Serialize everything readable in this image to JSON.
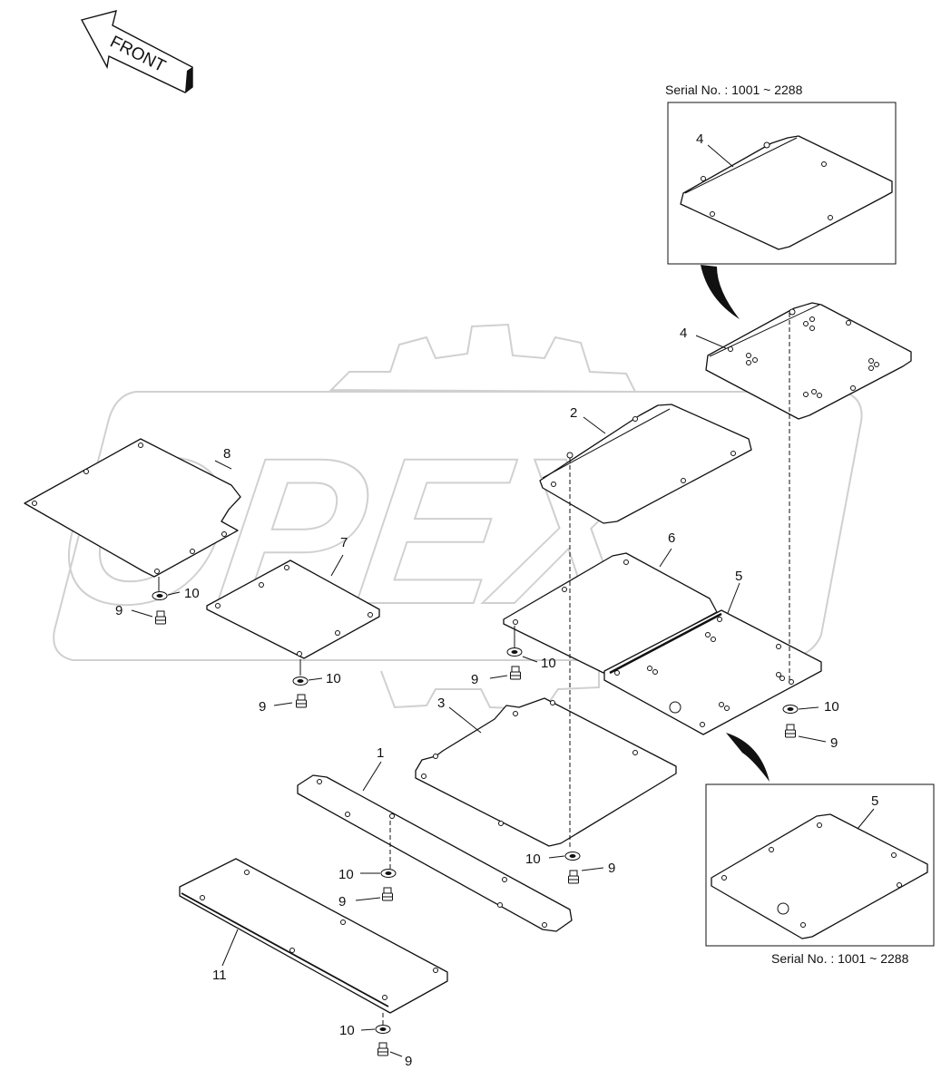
{
  "front_label": "FRONT",
  "watermark": "OPEX",
  "serial_note_top": "Serial No. : 1001 ~ 2288",
  "serial_note_bottom": "Serial No. : 1001 ~ 2288",
  "callouts": {
    "p1": "1",
    "p2": "2",
    "p3": "3",
    "p4_detail": "4",
    "p4": "4",
    "p5": "5",
    "p5_detail": "5",
    "p6": "6",
    "p7": "7",
    "p8": "8",
    "p11": "11",
    "b9_a": "9",
    "b9_b": "9",
    "b9_c": "9",
    "b9_d": "9",
    "b9_e": "9",
    "b9_f": "9",
    "b9_g": "9",
    "w10_a": "10",
    "w10_b": "10",
    "w10_c": "10",
    "w10_d": "10",
    "w10_e": "10",
    "w10_f": "10",
    "w10_g": "10"
  },
  "colors": {
    "line": "#111111",
    "watermark": "#d0d0d0",
    "background": "#ffffff"
  }
}
